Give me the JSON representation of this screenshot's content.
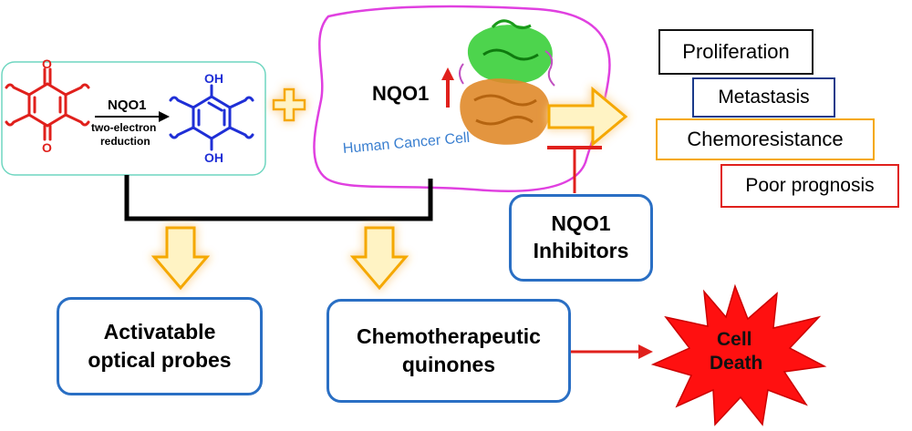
{
  "reaction": {
    "enzyme": "NQO1",
    "process_line1": "two-electron",
    "process_line2": "reduction",
    "oxidized_group": "O",
    "reduced_group": "OH"
  },
  "cell": {
    "enzyme": "NQO1",
    "label": "Human Cancer Cell"
  },
  "outcomes": [
    "Proliferation",
    "Metastasis",
    "Chemoresistance",
    "Poor prognosis"
  ],
  "inhibitors": {
    "line1": "NQO1",
    "line2": "Inhibitors"
  },
  "applications": {
    "probes_line1": "Activatable",
    "probes_line2": "optical probes",
    "quinones_line1": "Chemotherapeutic",
    "quinones_line2": "quinones"
  },
  "cell_death": {
    "line1": "Cell",
    "line2": "Death"
  },
  "colors": {
    "quinone": "#e0201c",
    "hydroquinone": "#1f2fd6",
    "reaction_box_border": "#6fd6c0",
    "cell_outline": "#e040e0",
    "cell_label": "#3a7fd0",
    "arrow_fill": "#fff3c4",
    "arrow_stroke": "#f5a800",
    "box_border": "#2a6fc4",
    "inhibit": "#e0201c",
    "outcome_borders": [
      "#111111",
      "#1a3a8a",
      "#f5a800",
      "#e0201c"
    ],
    "death_fill": "#ff1010"
  }
}
